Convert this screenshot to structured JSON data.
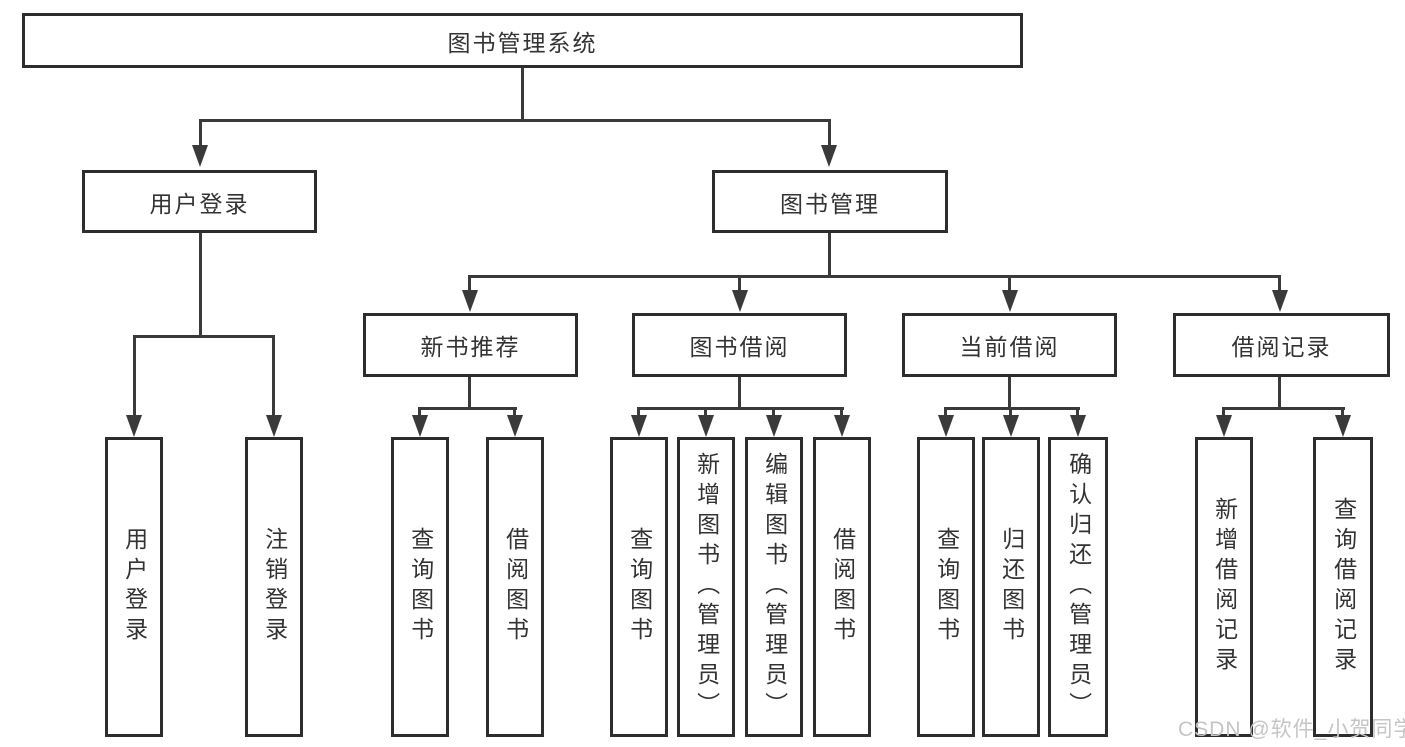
{
  "diagram": {
    "root": {
      "label": "图书管理系统"
    },
    "level2": [
      {
        "label": "用户登录"
      },
      {
        "label": "图书管理"
      }
    ],
    "level3": [
      {
        "label": "新书推荐"
      },
      {
        "label": "图书借阅"
      },
      {
        "label": "当前借阅"
      },
      {
        "label": "借阅记录"
      }
    ],
    "leaves": {
      "user_login": [
        "用户登录",
        "注销登录"
      ],
      "new_book": [
        "查询图书",
        "借阅图书"
      ],
      "book_borrow": [
        "查询图书",
        "新增图书（管理员）",
        "编辑图书（管理员）",
        "借阅图书"
      ],
      "current_borrow": [
        "查询图书",
        "归还图书",
        "确认归还（管理员）"
      ],
      "borrow_records": [
        "新增借阅记录",
        "查询借阅记录"
      ]
    }
  },
  "watermark": {
    "text": "CSDN @软件_小贺同学"
  },
  "colors": {
    "line": "#3a3a3a",
    "box_border": "#2d2d2d",
    "text": "#333333",
    "watermark_text": "#c5c5c5",
    "background": "#ffffff"
  }
}
